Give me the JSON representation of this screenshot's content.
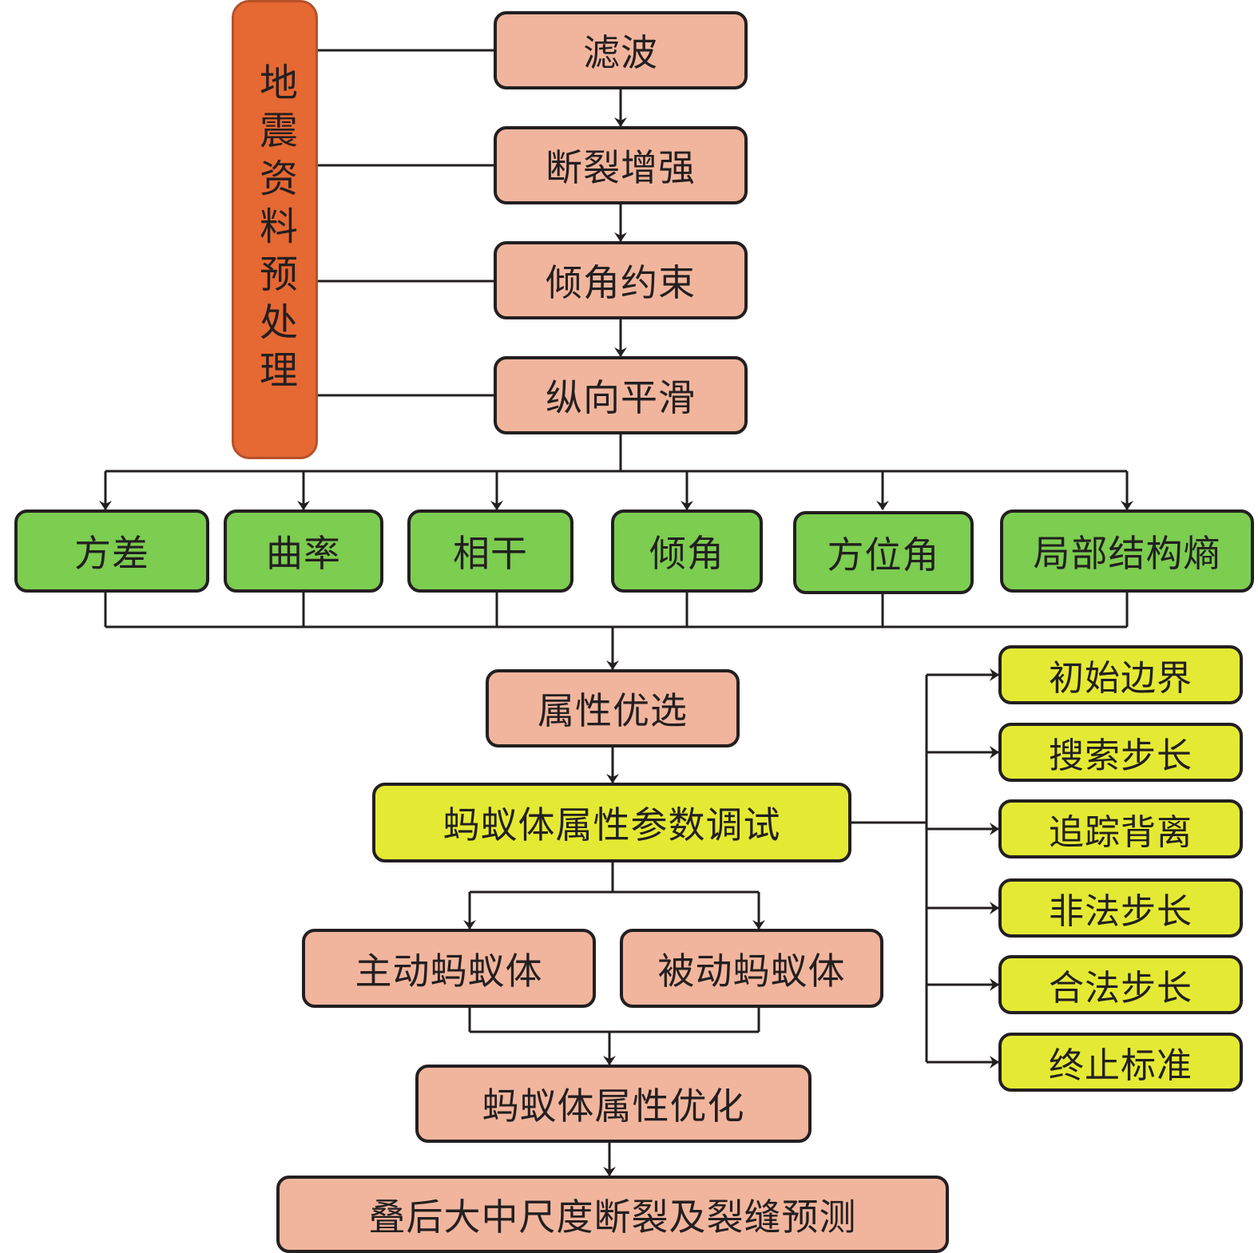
{
  "diagram": {
    "preprocessing": {
      "group_label": "地震资料预处理",
      "steps": [
        "滤波",
        "断裂增强",
        "倾角约束",
        "纵向平滑"
      ]
    },
    "attributes": [
      "方差",
      "曲率",
      "相干",
      "倾角",
      "方位角",
      "局部结构熵"
    ],
    "attribute_selection": "属性优选",
    "ant_parameter_tuning": "蚂蚁体属性参数调试",
    "parameters": [
      "初始边界",
      "搜索步长",
      "追踪背离",
      "非法步长",
      "合法步长",
      "终止标准"
    ],
    "ant_types": [
      "主动蚂蚁体",
      "被动蚂蚁体"
    ],
    "ant_optimization": "蚂蚁体属性优化",
    "final_output": "叠后大中尺度断裂及裂缝预测",
    "colors": {
      "process": "#f1b59d",
      "attribute": "#7ccd50",
      "parameter": "#e4ea33",
      "group": "#e66833",
      "stroke": "#231f20"
    }
  }
}
